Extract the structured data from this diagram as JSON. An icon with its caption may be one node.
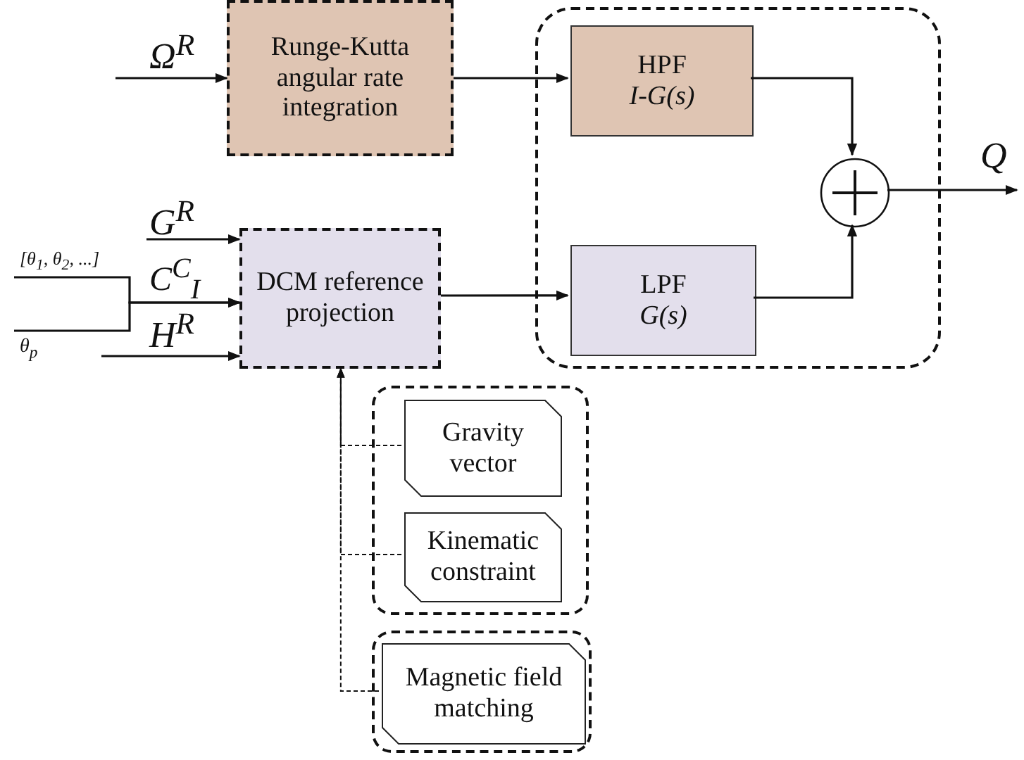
{
  "diagram": {
    "nodes": [
      {
        "text": [
          "Runge-Kutta angular rate integration"
        ]
      },
      {
        "text": [],
        "shape": "box"
      },
      {
        "text": [
          "HPF",
          "I-G(s)"
        ],
        "in": 1
      },
      {
        "text": [
          "LPF",
          "G(s)"
        ],
        "in": 1
      },
      {
        "text": [],
        "shape": "circle",
        "in": 1
      },
      {
        "text": [
          "DCM reference projection"
        ]
      },
      {
        "text": [],
        "shape": "box"
      },
      {
        "text": [
          "Gravity vector"
        ],
        "in": 6
      },
      {
        "text": [
          "Kinematic constraint"
        ],
        "in": 6
      },
      {
        "text": [],
        "shape": "box"
      },
      {
        "text": [
          "Magnetic field matching"
        ],
        "in": 9
      },
      {
        "text": [
          "[θ$_{1}$, θ$_{2}$, ...]"
        ]
      },
      {
        "text": [
          "θ$_{p}$"
        ]
      }
    ],
    "edges": [
      {
        "from": null,
        "to": 0,
        "arrow": "to",
        "label": "Ω$^{R}$"
      },
      {
        "from": 0,
        "to": 2,
        "arrow": "to"
      },
      {
        "from": 2,
        "to": 4,
        "arrow": "to"
      },
      {
        "from": 3,
        "to": 4,
        "arrow": "to"
      },
      {
        "from": 4,
        "to": null,
        "arrow": "to",
        "label": "Q"
      },
      {
        "from": null,
        "to": 5,
        "arrow": "to",
        "label": "G$^{R}$"
      },
      {
        "from": 11,
        "to": 5,
        "arrow": "to",
        "label": "C$^{C}$$_{I}$"
      },
      {
        "from": 12,
        "to": 5,
        "arrow": "to"
      },
      {
        "from": null,
        "to": 5,
        "arrow": "to",
        "label": "H$^{R}$"
      },
      {
        "from": 5,
        "to": 3,
        "arrow": "to"
      },
      {
        "from": 7,
        "to": 5,
        "arrow": "to",
        "style": "dashed"
      },
      {
        "from": 8,
        "to": 5,
        "arrow": "to",
        "style": "dashed"
      },
      {
        "from": 10,
        "to": 5,
        "arrow": "to",
        "style": "dashed"
      }
    ]
  }
}
